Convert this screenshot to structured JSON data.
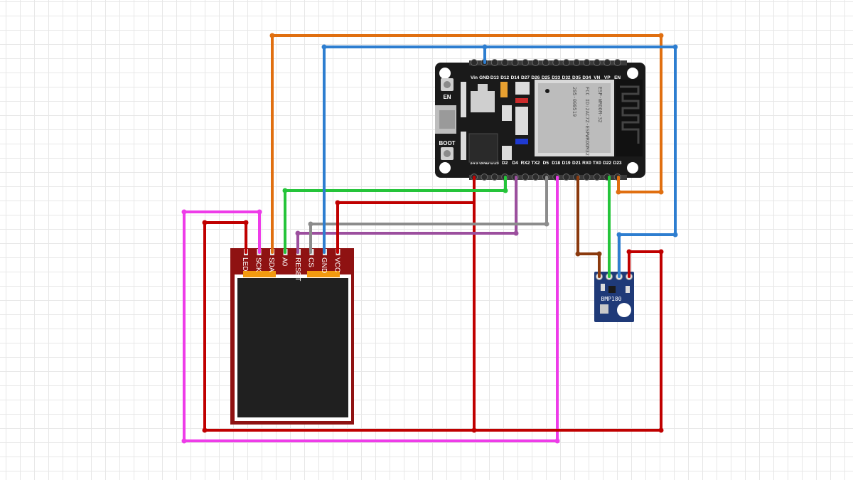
{
  "esp32": {
    "top_pins": [
      "Vin",
      "GND",
      "D13",
      "D12",
      "D14",
      "D27",
      "D26",
      "D25",
      "D33",
      "D32",
      "D35",
      "D34",
      "VN",
      "VP",
      "EN"
    ],
    "bottom_pins": [
      "3V3",
      "GND",
      "D15",
      "D2",
      "D4",
      "RX2",
      "TX2",
      "D5",
      "D18",
      "D19",
      "D21",
      "RX0",
      "TX0",
      "D22",
      "D23"
    ],
    "en_label": "EN",
    "boot_label": "BOOT",
    "module_text": [
      "ESP-WROOM-32",
      "FCC ID:2AC7Z-ESPWROOM32",
      "205-000519"
    ]
  },
  "tft": {
    "pins": [
      "LED",
      "SCK",
      "SDA",
      "A0",
      "RESET",
      "CS",
      "GND",
      "VCC"
    ]
  },
  "bmp": {
    "label": "BMP180"
  },
  "colors": {
    "red": "#c00000",
    "orange": "#e06f10",
    "blue": "#2e7ed0",
    "green": "#25c43a",
    "purple": "#9c4f9e",
    "gray": "#8c8c8c",
    "magenta": "#ee3ce9",
    "brown": "#8b3a0e",
    "board": "#1a1a1a",
    "tft_board": "#8f1212",
    "bmp_board": "#1f3a78"
  }
}
